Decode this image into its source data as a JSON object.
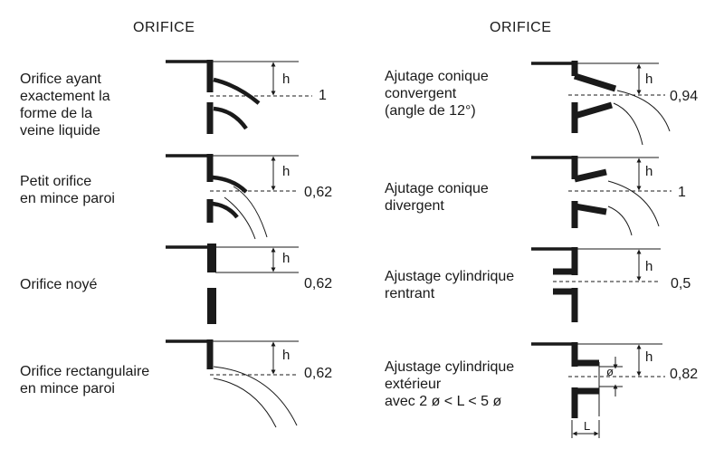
{
  "columns": {
    "left_title": "ORIFICE",
    "right_title": "ORIFICE"
  },
  "height_symbol": "h",
  "length_symbol": "L",
  "diameter_symbol": "ø",
  "left_rows": [
    {
      "description": "Orifice ayant\nexactement la\nforme de la\nveine liquide",
      "coefficient": "1"
    },
    {
      "description": "Petit orifice\nen mince paroi",
      "coefficient": "0,62"
    },
    {
      "description": "Orifice noyé",
      "coefficient": "0,62"
    },
    {
      "description": "Orifice rectangulaire\nen mince paroi",
      "coefficient": "0,62"
    }
  ],
  "right_rows": [
    {
      "description": "Ajutage conique\nconvergent\n(angle de 12°)",
      "coefficient": "0,94"
    },
    {
      "description": "Ajutage conique\ndivergent",
      "coefficient": "1"
    },
    {
      "description": "Ajustage cylindrique\nrentrant",
      "coefficient": "0,5"
    },
    {
      "description": "Ajustage cylindrique\nextérieur\navec 2 ø < L < 5 ø",
      "coefficient": "0,82"
    }
  ]
}
